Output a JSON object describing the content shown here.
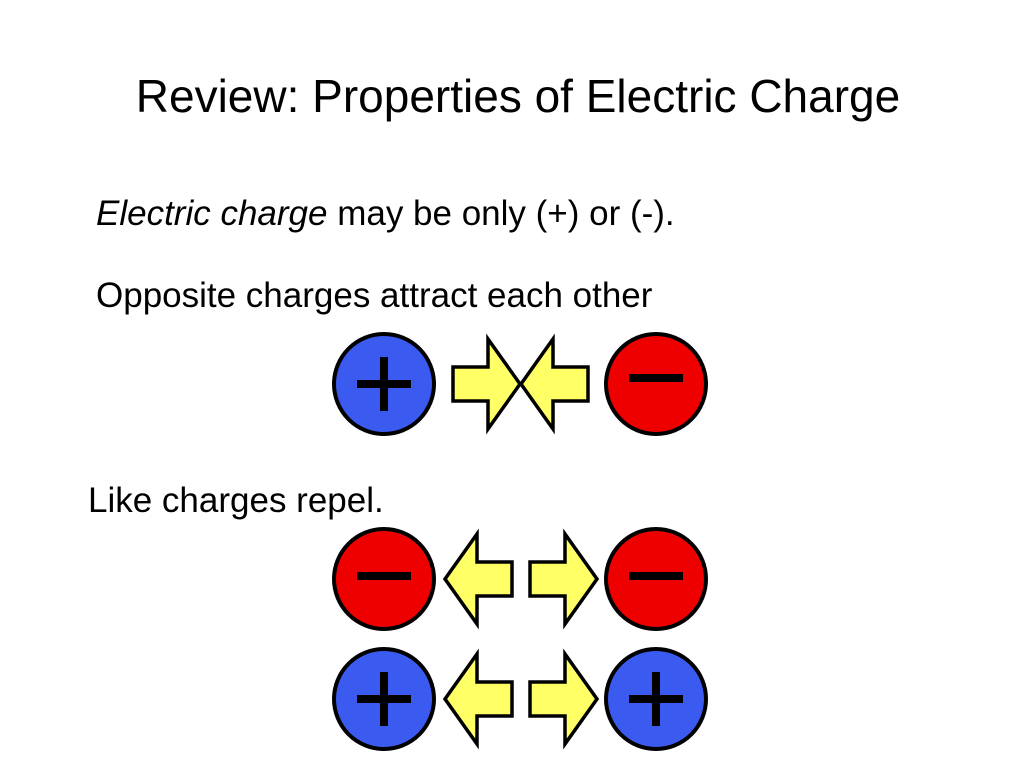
{
  "slide": {
    "title": "Review:  Properties of Electric Charge",
    "lines": [
      {
        "italic": "Electric charge",
        "text": " may be only (+) or (-)."
      },
      {
        "text": "Opposite charges attract each other"
      },
      {
        "text": "Like charges repel."
      }
    ]
  },
  "colors": {
    "positive_charge": "#3b5bf0",
    "negative_charge": "#ee0000",
    "arrow_fill": "#ffff66",
    "outline": "#000000"
  },
  "diagrams": [
    {
      "name": "attract-opposite",
      "left_charge": "positive",
      "right_charge": "negative",
      "arrows": "pointing-inward"
    },
    {
      "name": "repel-negative",
      "left_charge": "negative",
      "right_charge": "negative",
      "arrows": "pointing-outward"
    },
    {
      "name": "repel-positive",
      "left_charge": "positive",
      "right_charge": "positive",
      "arrows": "pointing-outward"
    }
  ]
}
